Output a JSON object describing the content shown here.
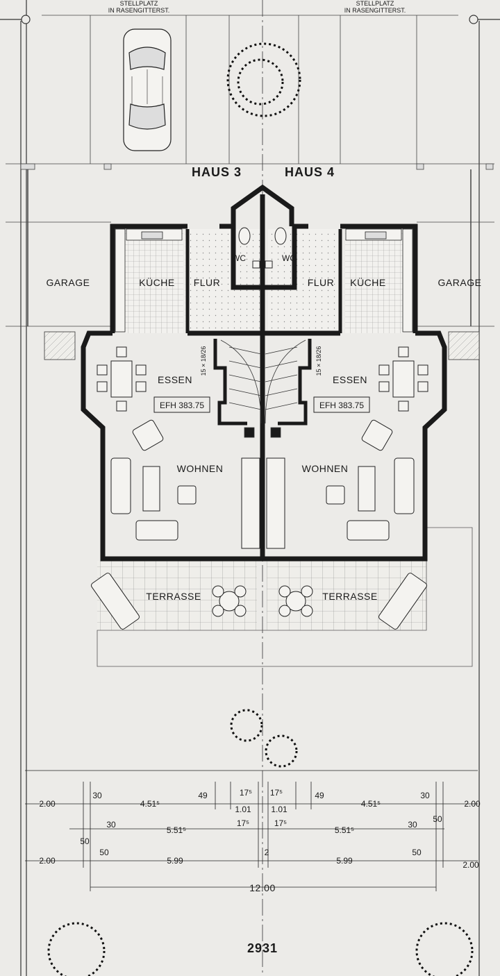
{
  "top": {
    "parking_left": "STELLPLATZ",
    "parking_left_sub": "IN RASENGITTERST.",
    "parking_right": "STELLPLATZ",
    "parking_right_sub": "IN RASENGITTERST."
  },
  "houses": {
    "left": "HAUS 3",
    "right": "HAUS 4"
  },
  "rooms": {
    "garage_left": "GARAGE",
    "garage_right": "GARAGE",
    "kitchen_left": "KÜCHE",
    "kitchen_right": "KÜCHE",
    "hall_left": "FLUR",
    "hall_right": "FLUR",
    "wc_left": "WC",
    "wc_right": "WC",
    "dining_left": "ESSEN",
    "dining_right": "ESSEN",
    "living_left": "WOHNEN",
    "living_right": "WOHNEN",
    "terrace_left": "TERRASSE",
    "terrace_right": "TERRASSE"
  },
  "stairs": {
    "left": "15 × 18/26",
    "right": "15 × 18/26"
  },
  "floor_level": {
    "left": "EFH 383.75",
    "right": "EFH 383.75"
  },
  "dimensions": {
    "row1": [
      "2.00",
      "30",
      "4.51⁵",
      "49",
      "17⁵",
      "1.01",
      "17⁵",
      "1.01",
      "49",
      "4.51⁵",
      "30",
      "2.00"
    ],
    "row2": [
      "30",
      "5.51⁵",
      "17⁵",
      "17⁵",
      "5.51⁵",
      "30",
      "50"
    ],
    "row3": [
      "2.00",
      "50",
      "50",
      "5.99",
      "2",
      "5.99",
      "50",
      "2.00"
    ],
    "total": "12.00"
  },
  "footer_number": "2931"
}
